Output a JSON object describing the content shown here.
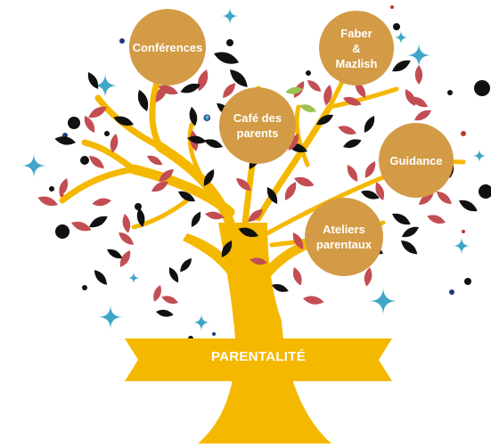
{
  "title": "PARENTALITÉ",
  "stray_mark": "o",
  "colors": {
    "tree": "#f5b800",
    "bubble": "#d39b45",
    "leaf_red": "#c24e54",
    "leaf_black": "#111111",
    "leaf_green": "#9bc454",
    "sparkle": "#3fa6c8",
    "dot_navy": "#1f3a7a",
    "dot_red": "#c0392b"
  },
  "nodes": [
    {
      "label": "Conférences"
    },
    {
      "label": "Faber\n&\nMazlish"
    },
    {
      "label": "Café des\nparents"
    },
    {
      "label": "Guidance"
    },
    {
      "label": "Ateliers\nparentaux"
    }
  ]
}
